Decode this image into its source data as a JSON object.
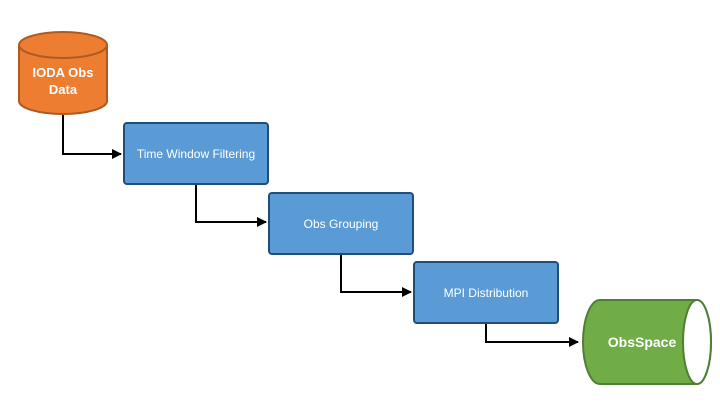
{
  "colors": {
    "source_fill": "#ED7D31",
    "source_stroke": "#AE5A21",
    "step_fill": "#5B9BD5",
    "step_stroke": "#1F4E79",
    "sink_fill": "#70AD47",
    "sink_stroke": "#507E32",
    "connector": "#000000"
  },
  "diagram": {
    "source": {
      "line1": "IODA Obs",
      "line2": "Data"
    },
    "steps": [
      {
        "label": "Time Window Filtering"
      },
      {
        "label": "Obs Grouping"
      },
      {
        "label": "MPI Distribution"
      }
    ],
    "sink": {
      "label": "ObsSpace"
    }
  }
}
